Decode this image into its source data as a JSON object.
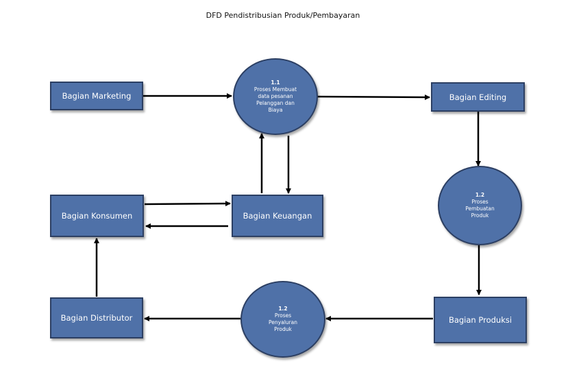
{
  "title": "DFD Pendistribusian Produk/Pembayaran",
  "entities": {
    "marketing": "Bagian Marketing",
    "editing": "Bagian Editing",
    "konsumen": "Bagian Konsumen",
    "keuangan": "Bagian Keuangan",
    "distributor": "Bagian Distributor",
    "produksi": "Bagian Produksi"
  },
  "processes": {
    "p1": {
      "number": "1.1",
      "line1": "Proses Membuat",
      "line2": "data pesanan",
      "line3": "Pelanggan dan",
      "line4": "Biaya"
    },
    "p2": {
      "number": "1.2",
      "line1": "Proses",
      "line2": "Pembuatan",
      "line3": "Produk"
    },
    "p3": {
      "number": "1.2",
      "line1": "Proses",
      "line2": "Penyaluran",
      "line3": "Produk"
    }
  },
  "colors": {
    "fill": "#4f71a8",
    "border": "#2c3f63",
    "arrow": "#000000"
  }
}
